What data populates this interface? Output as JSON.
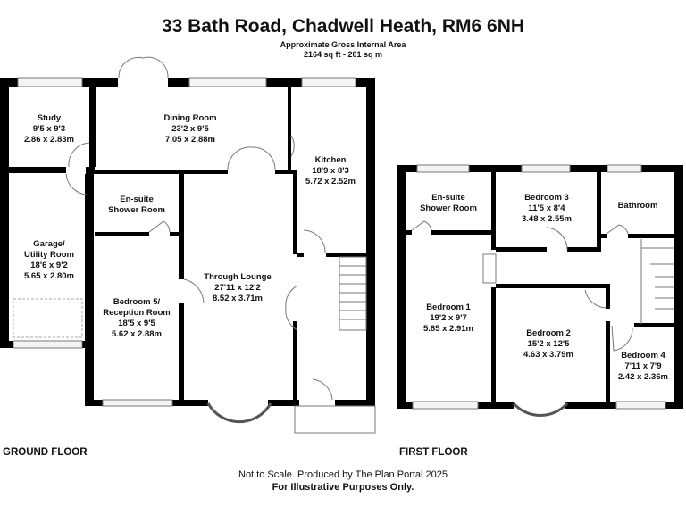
{
  "header": {
    "title": "33 Bath Road, Chadwell Heath, RM6 6NH",
    "area_label": "Approximate Gross Internal Area",
    "area_value": "2164 sq ft - 201 sq m"
  },
  "ground_floor": {
    "label": "GROUND FLOOR",
    "rooms": [
      {
        "name": "Study",
        "imperial": "9'5 x 9'3",
        "metric": "2.86 x 2.83m"
      },
      {
        "name": "Dining Room",
        "imperial": "23'2 x 9'5",
        "metric": "7.05 x 2.88m"
      },
      {
        "name": "Kitchen",
        "imperial": "18'9 x 8'3",
        "metric": "5.72 x 2.52m"
      },
      {
        "name": "En-suite",
        "name2": "Shower Room"
      },
      {
        "name": "Garage/",
        "name2": "Utility Room",
        "imperial": "18'6 x 9'2",
        "metric": "5.65 x 2.80m"
      },
      {
        "name": "Through Lounge",
        "imperial": "27'11 x 12'2",
        "metric": "8.52 x 3.71m"
      },
      {
        "name": "Bedroom 5/",
        "name2": "Reception Room",
        "imperial": "18'5 x 9'5",
        "metric": "5.62 x 2.88m"
      }
    ]
  },
  "first_floor": {
    "label": "FIRST FLOOR",
    "rooms": [
      {
        "name": "En-suite",
        "name2": "Shower Room"
      },
      {
        "name": "Bedroom 3",
        "imperial": "11'5 x 8'4",
        "metric": "3.48 x 2.55m"
      },
      {
        "name": "Bathroom"
      },
      {
        "name": "Bedroom 1",
        "imperial": "19'2 x 9'7",
        "metric": "5.85 x 2.91m"
      },
      {
        "name": "Bedroom 2",
        "imperial": "15'2 x 12'5",
        "metric": "4.63 x 3.79m"
      },
      {
        "name": "Bedroom 4",
        "imperial": "7'11 x 7'9",
        "metric": "2.42 x 2.36m"
      }
    ]
  },
  "footer": {
    "line1": "Not to Scale. Produced by The Plan Portal 2025",
    "line2": "For Illustrative Purposes Only."
  }
}
